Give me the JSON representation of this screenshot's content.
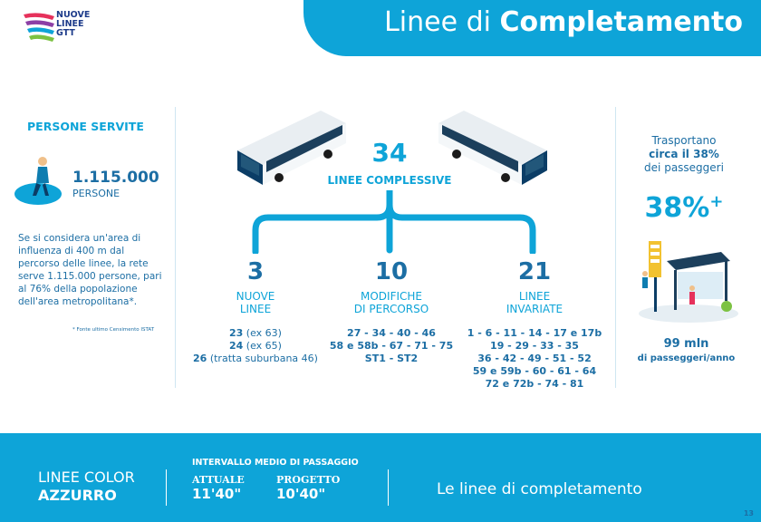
{
  "logo": {
    "line1": "NUOVE",
    "line2": "LINEE",
    "line3": "GTT"
  },
  "header": {
    "title_light": "Linee di ",
    "title_bold": "Completamento"
  },
  "persone": {
    "title": "PERSONE SERVITE",
    "number": "1.115.000",
    "label": "PERSONE",
    "description": "Se si considera un'area di influenza di 400 m dal percorso delle linee, la rete serve 1.115.000 persone, pari al 76% della popolazione dell'area metropolitana*.",
    "note": "* Fonte ultimo Censimento ISTAT"
  },
  "totale": {
    "number": "34",
    "label": "LINEE COMPLESSIVE"
  },
  "columns": [
    {
      "number": "3",
      "label1": "NUOVE",
      "label2": "LINEE",
      "lines": [
        {
          "bold": "23",
          "light": " (ex 63)"
        },
        {
          "bold": "24",
          "light": " (ex 65)"
        },
        {
          "bold": "26",
          "light": " (tratta suburbana 46)"
        }
      ]
    },
    {
      "number": "10",
      "label1": "MODIFICHE",
      "label2": "DI PERCORSO",
      "lines": [
        {
          "bold": "27 - 34 - 40 - 46",
          "light": ""
        },
        {
          "bold": "58 e 58b - 67 - 71 - 75",
          "light": ""
        },
        {
          "bold": "ST1 - ST2",
          "light": ""
        }
      ]
    },
    {
      "number": "21",
      "label1": "LINEE",
      "label2": "INVARIATE",
      "lines": [
        {
          "bold": "1 - 6 - 11 - 14 - 17 e 17b",
          "light": ""
        },
        {
          "bold": "19 - 29 - 33 - 35",
          "light": ""
        },
        {
          "bold": "36 - 42 - 49 - 51 - 52",
          "light": ""
        },
        {
          "bold": "59 e 59b - 60 - 61 - 64",
          "light": ""
        },
        {
          "bold": "72 e 72b - 74 - 81",
          "light": ""
        }
      ]
    }
  ],
  "passeggeri": {
    "line1": "Trasportano",
    "line2": "circa il 38%",
    "line3": "dei passeggeri",
    "percent": "38%",
    "percent_sup": "+",
    "mln": "99 mln",
    "mln_label": "di passeggeri/anno"
  },
  "footer": {
    "linee": "LINEE COLOR",
    "azzurro": "AZZURRO",
    "interval_title": "INTERVALLO MEDIO DI PASSAGGIO",
    "attuale_label": "ATTUALE",
    "attuale_value": "11'40\"",
    "progetto_label": "PROGETTO",
    "progetto_value": "10'40\"",
    "right_text": "Le linee di completamento",
    "page": "13"
  },
  "colors": {
    "accent": "#0ea4d8",
    "dark": "#1c6ea4"
  }
}
